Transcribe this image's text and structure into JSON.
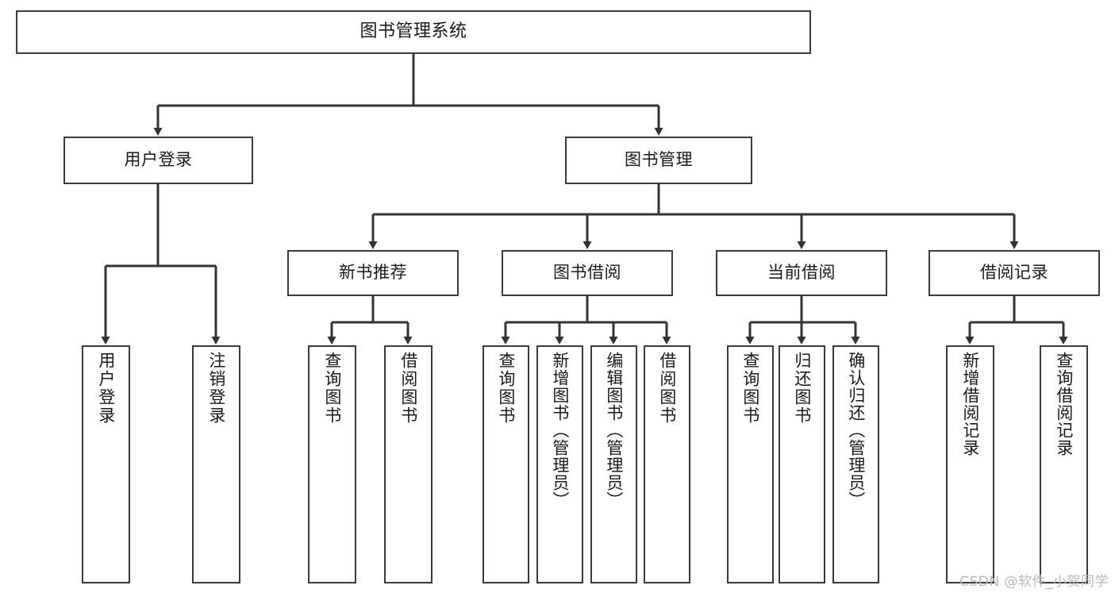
{
  "diagram": {
    "type": "tree",
    "title": "图书管理系统",
    "watermark": "CSDN @软件_小贺同学",
    "colors": {
      "box_border": "#3a3a3a",
      "box_fill": "#ffffff",
      "connector": "#333333",
      "text": "#1a1a1a",
      "watermark": "#b9b9b9"
    },
    "levels": [
      {
        "level": 1,
        "nodes": [
          {
            "id": "root",
            "label": "图书管理系统"
          }
        ]
      },
      {
        "level": 2,
        "nodes": [
          {
            "id": "login",
            "label": "用户登录",
            "parent": "root"
          },
          {
            "id": "bookmgr",
            "label": "图书管理",
            "parent": "root"
          }
        ]
      },
      {
        "level": 3,
        "nodes": [
          {
            "id": "newbook",
            "label": "新书推荐",
            "parent": "bookmgr"
          },
          {
            "id": "borrow",
            "label": "图书借阅",
            "parent": "bookmgr"
          },
          {
            "id": "current",
            "label": "当前借阅",
            "parent": "bookmgr"
          },
          {
            "id": "records",
            "label": "借阅记录",
            "parent": "bookmgr"
          }
        ]
      },
      {
        "level": 4,
        "nodes": [
          {
            "id": "leaf1",
            "label": "用户登录",
            "parent": "login"
          },
          {
            "id": "leaf2",
            "label": "注销登录",
            "parent": "login"
          },
          {
            "id": "leaf3",
            "label": "查询图书",
            "parent": "newbook"
          },
          {
            "id": "leaf4",
            "label": "借阅图书",
            "parent": "newbook"
          },
          {
            "id": "leaf5",
            "label": "查询图书",
            "parent": "borrow"
          },
          {
            "id": "leaf6",
            "label": "新增图书（管理员）",
            "parent": "borrow"
          },
          {
            "id": "leaf7",
            "label": "编辑图书（管理员）",
            "parent": "borrow"
          },
          {
            "id": "leaf8",
            "label": "借阅图书",
            "parent": "borrow"
          },
          {
            "id": "leaf9",
            "label": "查询图书",
            "parent": "current"
          },
          {
            "id": "leaf10",
            "label": "归还图书",
            "parent": "current"
          },
          {
            "id": "leaf11",
            "label": "确认归还（管理员）",
            "parent": "current"
          },
          {
            "id": "leaf12",
            "label": "新增借阅记录",
            "parent": "records"
          },
          {
            "id": "leaf13",
            "label": "查询借阅记录",
            "parent": "records"
          }
        ]
      }
    ]
  }
}
